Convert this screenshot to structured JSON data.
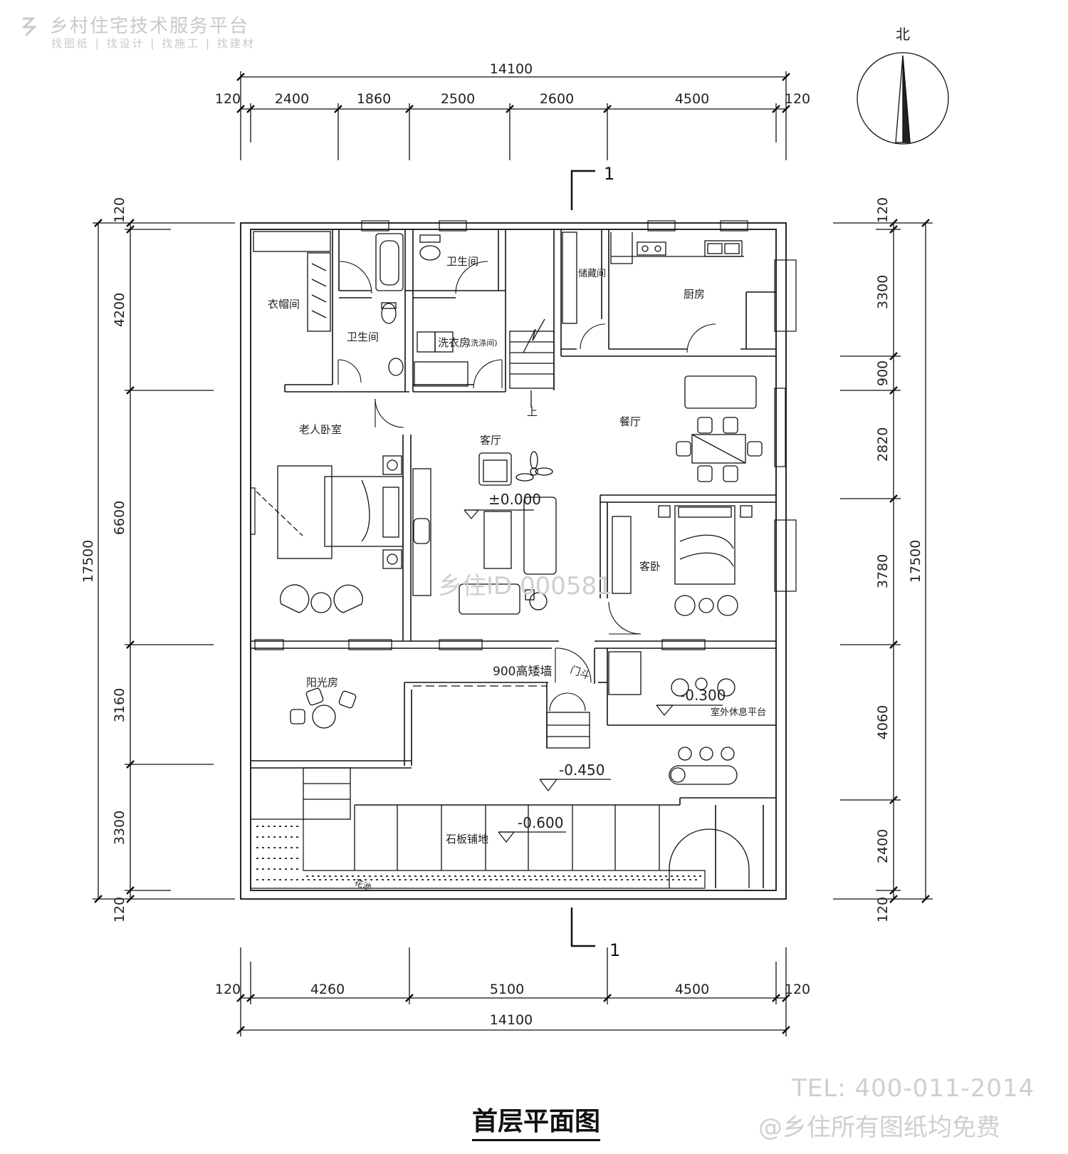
{
  "watermark": {
    "platform_name": "乡村住宅技术服务平台",
    "services": "找图纸 | 找设计 | 找施工 | 找建材",
    "id_text": "乡住ID 000581",
    "tel": "TEL: 400-011-2014",
    "free_note": "@乡住所有图纸均免费"
  },
  "north_label": "北",
  "drawing_title": "首层平面图",
  "section_mark": "1",
  "dimensions": {
    "top_total": "14100",
    "top_segments": [
      "120",
      "2400",
      "1860",
      "2500",
      "2600",
      "4500",
      "120"
    ],
    "bottom_segments": [
      "120",
      "4260",
      "5100",
      "4500",
      "120"
    ],
    "bottom_total": "14100",
    "left_segments": [
      "120",
      "4200",
      "6600",
      "3160",
      "3300",
      "120"
    ],
    "left_total": "17500",
    "right_segments": [
      "120",
      "3300",
      "900",
      "2820",
      "3780",
      "4060",
      "2400",
      "120"
    ],
    "right_total": "17500"
  },
  "rooms": {
    "closet": "衣帽间",
    "bath_1": "卫生间",
    "bath_2": "卫生间",
    "laundry": "洗衣房",
    "laundry_note": "(洗涤间)",
    "storage": "储藏间",
    "kitchen": "厨房",
    "dining": "餐厅",
    "living": "客厅",
    "elder_bedroom": "老人卧室",
    "guest_bedroom": "客卧",
    "sunroom": "阳光房",
    "outdoor_terrace": "室外休息平台",
    "stone_paving": "石板铺地",
    "flower_bed": "花池",
    "low_wall": "900高矮墙",
    "porch": "门斗",
    "stair_up": "上"
  },
  "elevations": {
    "ground": "±0.000",
    "terrace": "-0.300",
    "yard": "-0.450",
    "paving": "-0.600"
  }
}
